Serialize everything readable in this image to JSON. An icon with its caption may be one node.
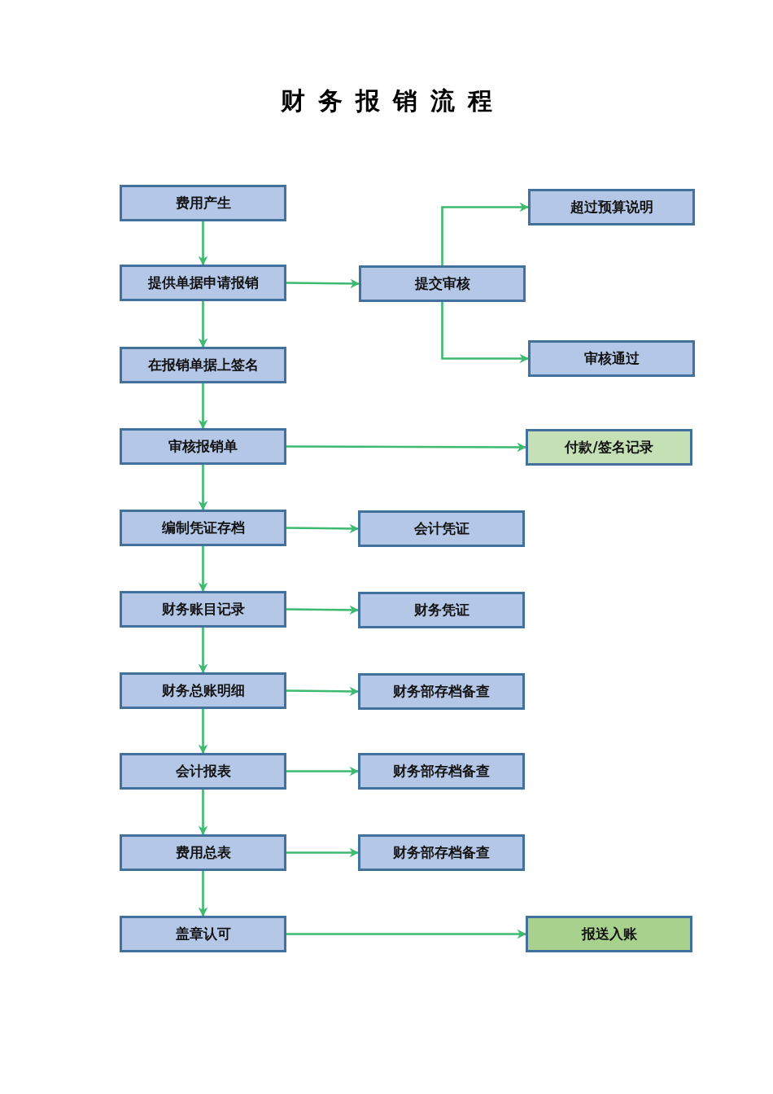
{
  "diagram": {
    "title": "财务报销流程",
    "nodes": [
      {
        "text": [
          "费用产生"
        ]
      },
      {
        "text": [
          "超过预算说明"
        ]
      },
      {
        "text": [
          "提供单据申请报销"
        ]
      },
      {
        "text": [
          "提交审核"
        ]
      },
      {
        "text": [
          "审核通过"
        ]
      },
      {
        "text": [
          "在报销单据上签名"
        ]
      },
      {
        "text": [
          "审核报销单"
        ]
      },
      {
        "text": [
          "付款/签名记录"
        ]
      },
      {
        "text": [
          "编制凭证存档"
        ]
      },
      {
        "text": [
          "会计凭证"
        ]
      },
      {
        "text": [
          "财务账目记录"
        ]
      },
      {
        "text": [
          "财务凭证"
        ]
      },
      {
        "text": [
          "财务总账明细"
        ]
      },
      {
        "text": [
          "财务部存档备查"
        ]
      },
      {
        "text": [
          "会计报表"
        ]
      },
      {
        "text": [
          "财务部存档备查"
        ]
      },
      {
        "text": [
          "费用总表"
        ]
      },
      {
        "text": [
          "财务部存档备查"
        ]
      },
      {
        "text": [
          "盖章认可"
        ]
      },
      {
        "text": [
          "报送入账"
        ]
      }
    ],
    "edges": [
      {
        "from": 0,
        "to": 2,
        "arrow": "to"
      },
      {
        "from": 2,
        "to": 5,
        "arrow": "to"
      },
      {
        "from": 5,
        "to": 6,
        "arrow": "to"
      },
      {
        "from": 6,
        "to": 8,
        "arrow": "to"
      },
      {
        "from": 8,
        "to": 10,
        "arrow": "to"
      },
      {
        "from": 10,
        "to": 12,
        "arrow": "to"
      },
      {
        "from": 12,
        "to": 14,
        "arrow": "to"
      },
      {
        "from": 14,
        "to": 16,
        "arrow": "to"
      },
      {
        "from": 16,
        "to": 18,
        "arrow": "to"
      },
      {
        "from": 2,
        "to": 3,
        "arrow": "to"
      },
      {
        "from": 3,
        "to": 1,
        "arrow": "to"
      },
      {
        "from": 3,
        "to": 4,
        "arrow": "to"
      },
      {
        "from": 6,
        "to": 7,
        "arrow": "to"
      },
      {
        "from": 8,
        "to": 9,
        "arrow": "to"
      },
      {
        "from": 10,
        "to": 11,
        "arrow": "to"
      },
      {
        "from": 12,
        "to": 13,
        "arrow": "to"
      },
      {
        "from": 14,
        "to": 15,
        "arrow": "to"
      },
      {
        "from": 16,
        "to": 17,
        "arrow": "to"
      },
      {
        "from": 18,
        "to": 19,
        "arrow": "to"
      }
    ]
  }
}
